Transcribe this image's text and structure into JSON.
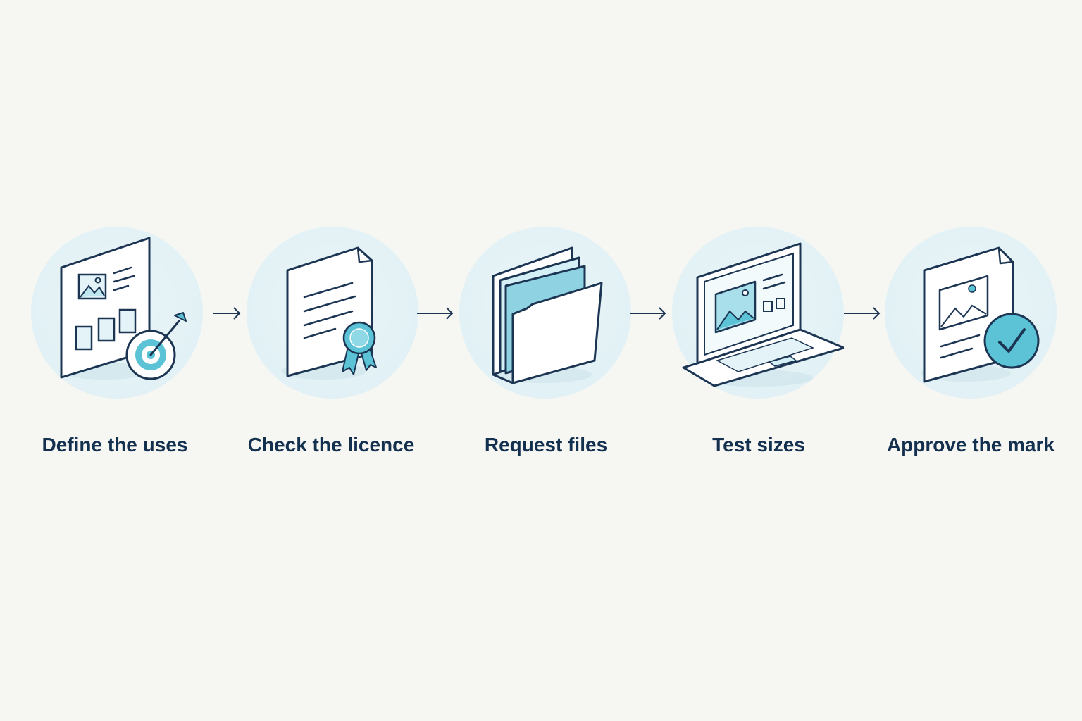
{
  "steps": [
    {
      "label": "Define the uses",
      "icon": "target-document-icon"
    },
    {
      "label": "Check the licence",
      "icon": "certificate-document-icon"
    },
    {
      "label": "Request files",
      "icon": "folder-files-icon"
    },
    {
      "label": "Test sizes",
      "icon": "laptop-image-icon"
    },
    {
      "label": "Approve the mark",
      "icon": "approved-document-icon"
    }
  ],
  "colors": {
    "background": "#f6f6f3",
    "circle": "#e2f1f5",
    "outline": "#1b3553",
    "accent": "#5cc3d6",
    "text": "#14304f"
  }
}
